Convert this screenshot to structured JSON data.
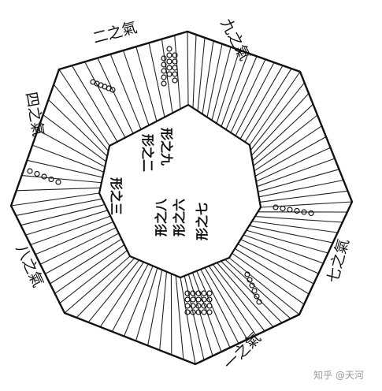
{
  "outer_labels": [
    {
      "id": "top-left",
      "text": "二之氣"
    },
    {
      "id": "top-right",
      "text": "九之氣"
    },
    {
      "id": "left-upper",
      "text": "四之氣"
    },
    {
      "id": "right",
      "text": "七之氣"
    },
    {
      "id": "left-lower",
      "text": "八之氣"
    },
    {
      "id": "bottom",
      "text": "一之氣"
    }
  ],
  "inner_labels": [
    {
      "id": "top-a",
      "text": "形之二"
    },
    {
      "id": "top-b",
      "text": "形之九"
    },
    {
      "id": "left",
      "text": "形之三"
    },
    {
      "id": "lower-a",
      "text": "形之八"
    },
    {
      "id": "lower-b",
      "text": "形之六"
    },
    {
      "id": "lower-c",
      "text": "形之七"
    }
  ],
  "trigram_dots": [
    {
      "id": "top",
      "count": 15
    },
    {
      "id": "top-left",
      "count": 6
    },
    {
      "id": "left",
      "count": 5
    },
    {
      "id": "right",
      "count": 6
    },
    {
      "id": "lower-right",
      "count": 6
    },
    {
      "id": "bottom",
      "count": 20
    }
  ],
  "watermark": "知乎 @天河"
}
